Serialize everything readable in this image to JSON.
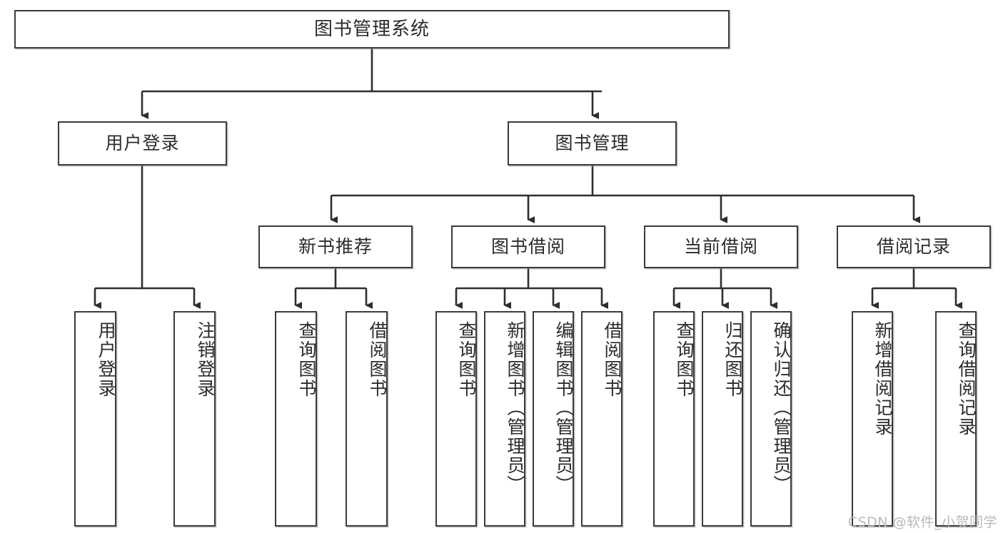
{
  "diagram": {
    "title": "图书管理系统",
    "type": "hierarchy-tree",
    "root": {
      "label": "图书管理系统"
    },
    "level2": [
      {
        "label": "用户登录"
      },
      {
        "label": "图书管理"
      }
    ],
    "level3": [
      {
        "label": "新书推荐"
      },
      {
        "label": "图书借阅"
      },
      {
        "label": "当前借阅"
      },
      {
        "label": "借阅记录"
      }
    ],
    "leaves": {
      "user_login": [
        {
          "label": "用户登录"
        },
        {
          "label": "注销登录"
        }
      ],
      "new_book_recommend": [
        {
          "label": "查询图书"
        },
        {
          "label": "借阅图书"
        }
      ],
      "book_borrow": [
        {
          "label": "查询图书"
        },
        {
          "label": "新增图书（管理员）"
        },
        {
          "label": "编辑图书（管理员）"
        },
        {
          "label": "借阅图书"
        }
      ],
      "current_borrow": [
        {
          "label": "查询图书"
        },
        {
          "label": "归还图书"
        },
        {
          "label": "确认归还（管理员）"
        }
      ],
      "borrow_record": [
        {
          "label": "新增借阅记录"
        },
        {
          "label": "查询借阅记录"
        }
      ]
    }
  },
  "watermark": {
    "text": "CSDN @软件_小贺同学"
  },
  "colors": {
    "border": "#3b3b3b",
    "text": "#2b2b2b",
    "background": "#ffffff",
    "connector": "#2e2e2e",
    "watermark": "#b9b9b9"
  }
}
